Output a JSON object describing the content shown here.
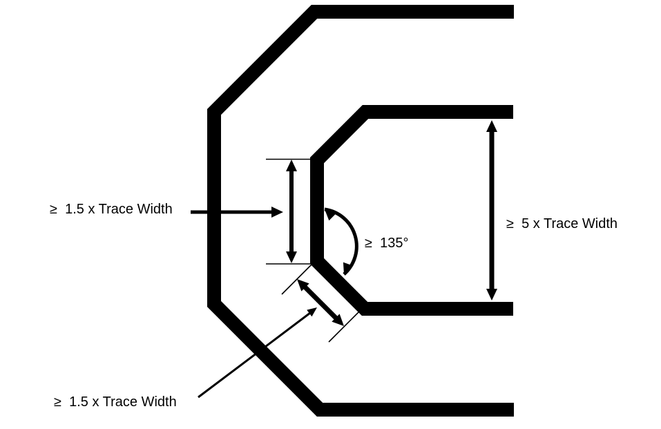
{
  "labels": {
    "vertical_segment": "≥  1.5 x Trace Width",
    "diagonal_segment": "≥  1.5 x Trace Width",
    "trace_spacing": "≥  5 x Trace Width",
    "bend_angle": "≥  135°"
  },
  "colors": {
    "ink": "#000000",
    "background": "#ffffff"
  }
}
